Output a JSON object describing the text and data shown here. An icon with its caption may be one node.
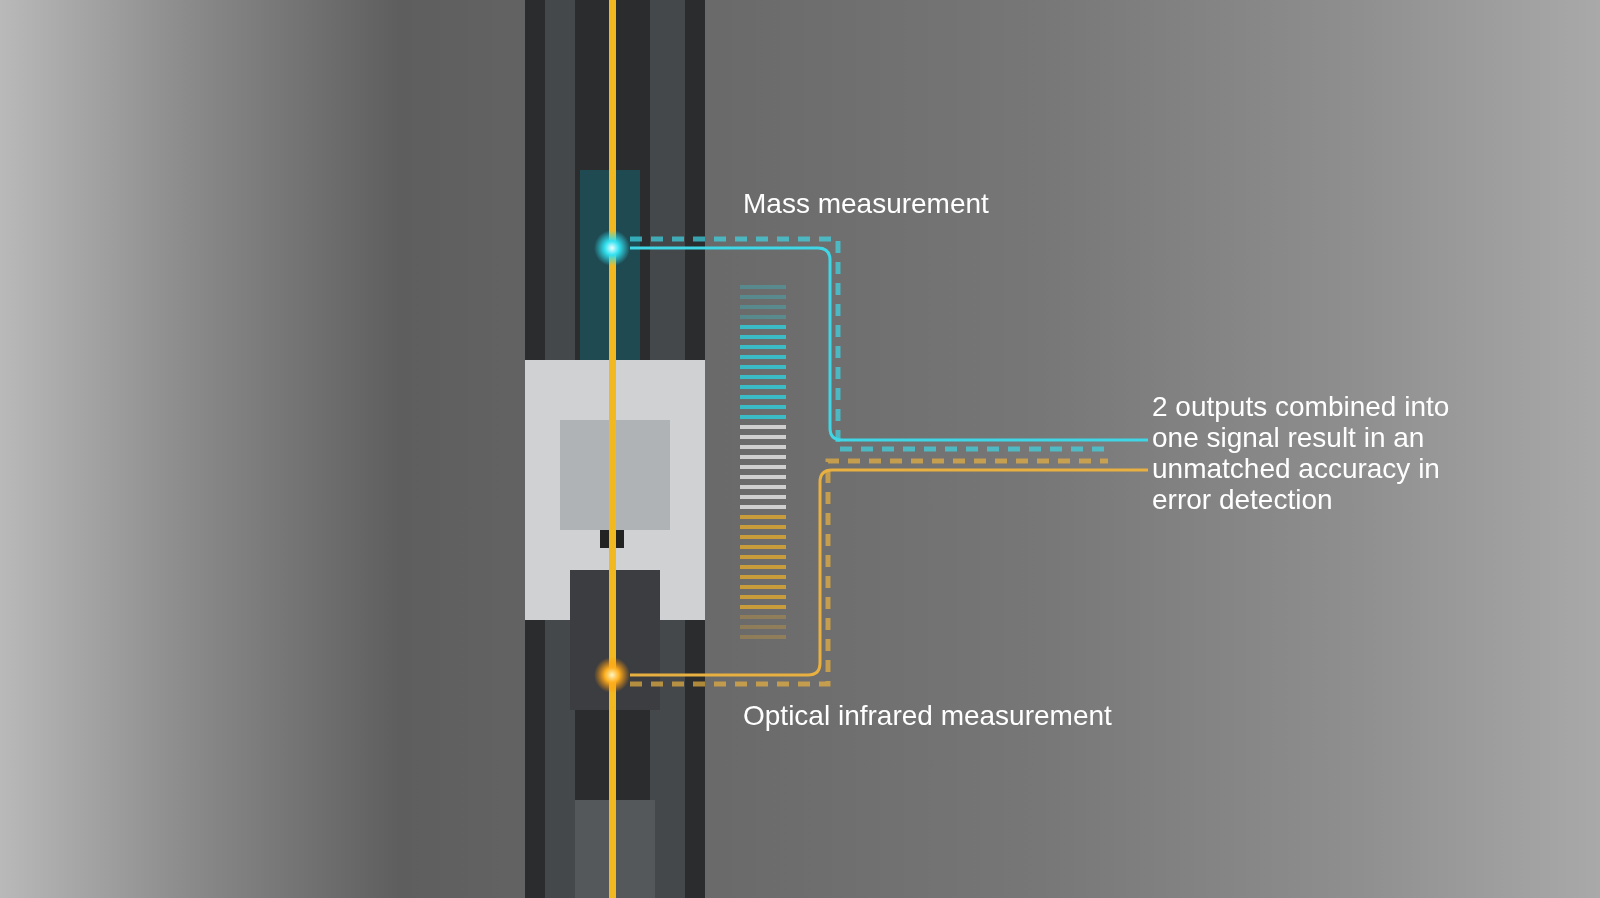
{
  "diagram": {
    "nodes": [
      {
        "text": [],
        "shape": "circle"
      },
      {
        "text": [],
        "shape": "circle"
      },
      {
        "text": [
          "2 outputs combined into one signal result in an unmatched accuracy in error detection"
        ]
      }
    ],
    "edges": [
      {
        "from": 0,
        "to": 2,
        "arrow": "none",
        "color": "#3fd6e6"
      },
      {
        "from": 1,
        "to": 2,
        "arrow": "none",
        "color": "#e8b040"
      }
    ],
    "labels": [
      "Mass measurement",
      "Optical infrared measurement"
    ]
  }
}
